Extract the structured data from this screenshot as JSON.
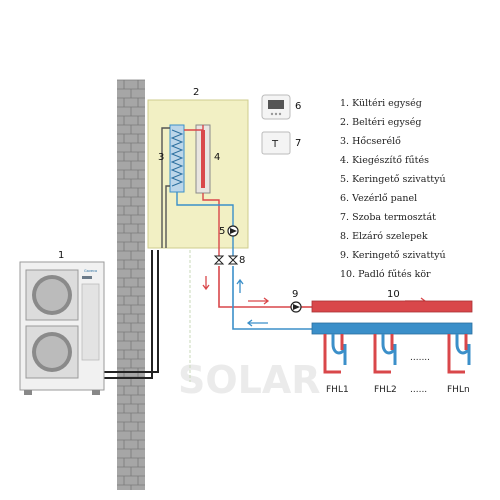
{
  "diagram": {
    "component_numbers": {
      "n1": "1",
      "n2": "2",
      "n3": "3",
      "n4": "4",
      "n5": "5",
      "n6": "6",
      "n7": "7",
      "n8": "8",
      "n9": "9",
      "n10": "10"
    },
    "thermostat_letter": "T",
    "outdoor_unit_brand": "Gaveco",
    "watermark": "SOLAR",
    "floor_loops": [
      "FHL1",
      "FHL2",
      "FHLn"
    ],
    "loop_ellipses": [
      ".......",
      "......"
    ],
    "legend": [
      "1. Kültéri egység",
      "2. Beltéri egység",
      "3. Hőcserélő",
      "4. Kiegészítő fűtés",
      "5. Keringető szivattyú",
      "6. Vezérlő panel",
      "7. Szoba termosztát",
      "8. Elzáró szelepek",
      "9. Keringető szivattyú",
      "10. Padló fűtés kör"
    ],
    "colors": {
      "supply": "#d9474a",
      "return": "#3b8fc9",
      "indoor_box": "#f2f0c4",
      "wall": "#a6a6a6"
    }
  }
}
